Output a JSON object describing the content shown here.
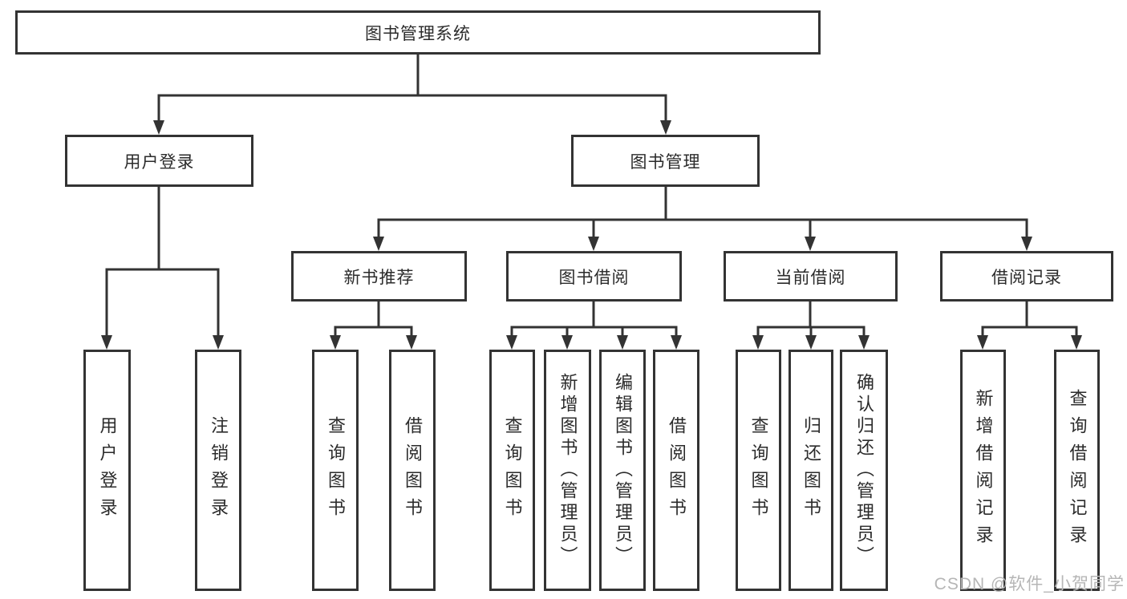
{
  "diagram": {
    "root": {
      "label": "图书管理系统",
      "children": [
        {
          "label": "用户登录",
          "children": [
            {
              "label": "用户登录"
            },
            {
              "label": "注销登录"
            }
          ]
        },
        {
          "label": "图书管理",
          "children": [
            {
              "label": "新书推荐",
              "children": [
                {
                  "label": "查询图书"
                },
                {
                  "label": "借阅图书"
                }
              ]
            },
            {
              "label": "图书借阅",
              "children": [
                {
                  "label": "查询图书"
                },
                {
                  "label": "新增图书（管理员）"
                },
                {
                  "label": "编辑图书（管理员）"
                },
                {
                  "label": "借阅图书"
                }
              ]
            },
            {
              "label": "当前借阅",
              "children": [
                {
                  "label": "查询图书"
                },
                {
                  "label": "归还图书"
                },
                {
                  "label": "确认归还（管理员）"
                }
              ]
            },
            {
              "label": "借阅记录",
              "children": [
                {
                  "label": "新增借阅记录"
                },
                {
                  "label": "查询借阅记录"
                }
              ]
            }
          ]
        }
      ]
    }
  },
  "watermark": {
    "text": "CSDN @软件_小贺同学"
  },
  "colors": {
    "line": "#333333",
    "text": "#2b2b2b",
    "watermark": "#b6b6b6",
    "background": "#ffffff"
  }
}
